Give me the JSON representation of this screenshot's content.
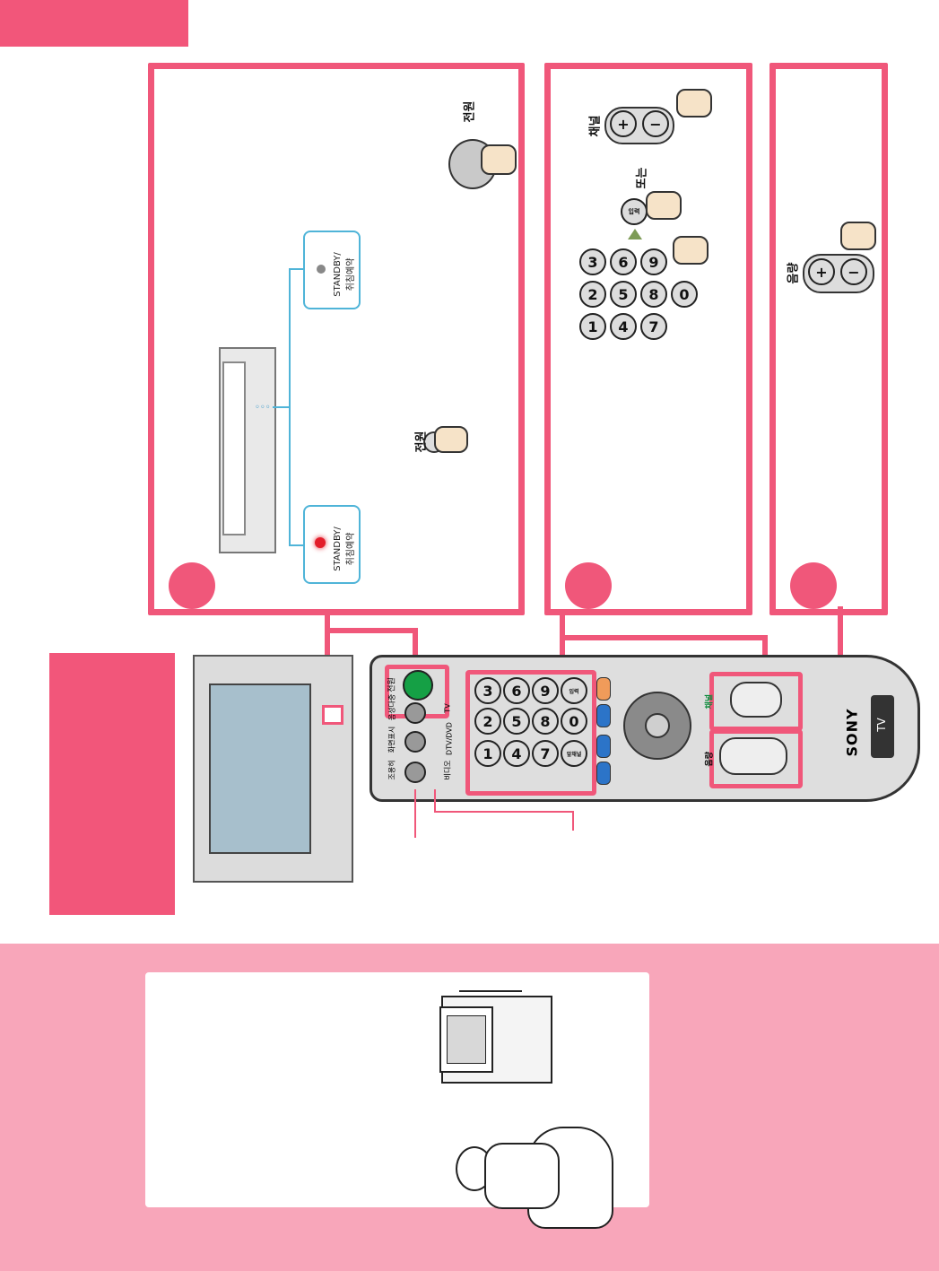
{
  "header": {
    "accent": "#f2567a"
  },
  "step1": {
    "power_label": "전원",
    "remote_power_label": "전원",
    "standby_on": "STANDBY/\n취침예약",
    "standby_off": "STANDBY/\n취침예약"
  },
  "step2": {
    "channel_label": "채널",
    "or_label": "또는",
    "enter_label": "입력",
    "digits": [
      "3",
      "6",
      "9",
      "2",
      "5",
      "8",
      "0",
      "1",
      "4",
      "7"
    ]
  },
  "step3": {
    "volume_label": "음량"
  },
  "remote": {
    "brand": "SONY",
    "model": "TV",
    "power_label": "전원",
    "buttons": [
      "조용히",
      "화면표시",
      "음성다중",
      "비디오",
      "DTV/DVD",
      "TV"
    ],
    "digits": [
      "3",
      "6",
      "9",
      "입력",
      "2",
      "5",
      "8",
      "0",
      "1",
      "4",
      "7",
      "앞채널"
    ],
    "channel_label": "채널",
    "volume_label": "음량"
  },
  "colors": {
    "pink": "#f0577a",
    "light_pink": "#f8a6ba",
    "power_green": "#15a045"
  }
}
